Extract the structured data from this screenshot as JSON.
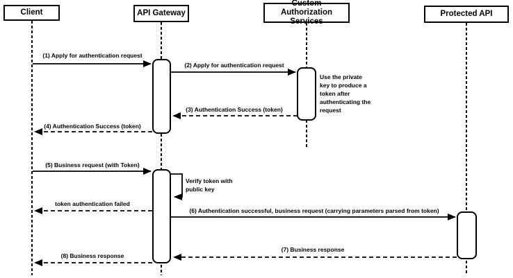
{
  "diagram": {
    "kind": "sequence-diagram",
    "colors": {
      "stroke": "#000000",
      "background": "#ffffff",
      "text": "#000000"
    },
    "actors": [
      {
        "label": "Client"
      },
      {
        "label": "API Gateway"
      },
      {
        "label": "Custom Authorization Services"
      },
      {
        "label": "Protected API"
      }
    ],
    "messages": [
      {
        "label": "(1) Apply for authentication request",
        "from": "Client",
        "to": "API Gateway",
        "line": "solid"
      },
      {
        "label": "(2) Apply for authentication request",
        "from": "API Gateway",
        "to": "Custom Authorization Services",
        "line": "solid"
      },
      {
        "label": "(3) Authentication Success (token)",
        "from": "Custom Authorization Services",
        "to": "API Gateway",
        "line": "dashed"
      },
      {
        "label": "(4) Authentication Success (token)",
        "from": "API Gateway",
        "to": "Client",
        "line": "dashed"
      },
      {
        "label": "(5) Business request (with Token)",
        "from": "Client",
        "to": "API Gateway",
        "line": "solid"
      },
      {
        "label": "Verify token with public key",
        "from": "API Gateway",
        "to": "API Gateway",
        "line": "self"
      },
      {
        "label": "token authentication failed",
        "from": "API Gateway",
        "to": "Client",
        "line": "dashed"
      },
      {
        "label": "(6) Authentication successful, business request (carrying parameters parsed from token)",
        "from": "API Gateway",
        "to": "Protected API",
        "line": "solid"
      },
      {
        "label": "(7) Business response",
        "from": "Protected API",
        "to": "API Gateway",
        "line": "dashed"
      },
      {
        "label": "(8) Business response",
        "from": "API Gateway",
        "to": "Client",
        "line": "dashed"
      }
    ],
    "note": {
      "text": "Use the private key to produce a token after authenticating the request"
    }
  }
}
